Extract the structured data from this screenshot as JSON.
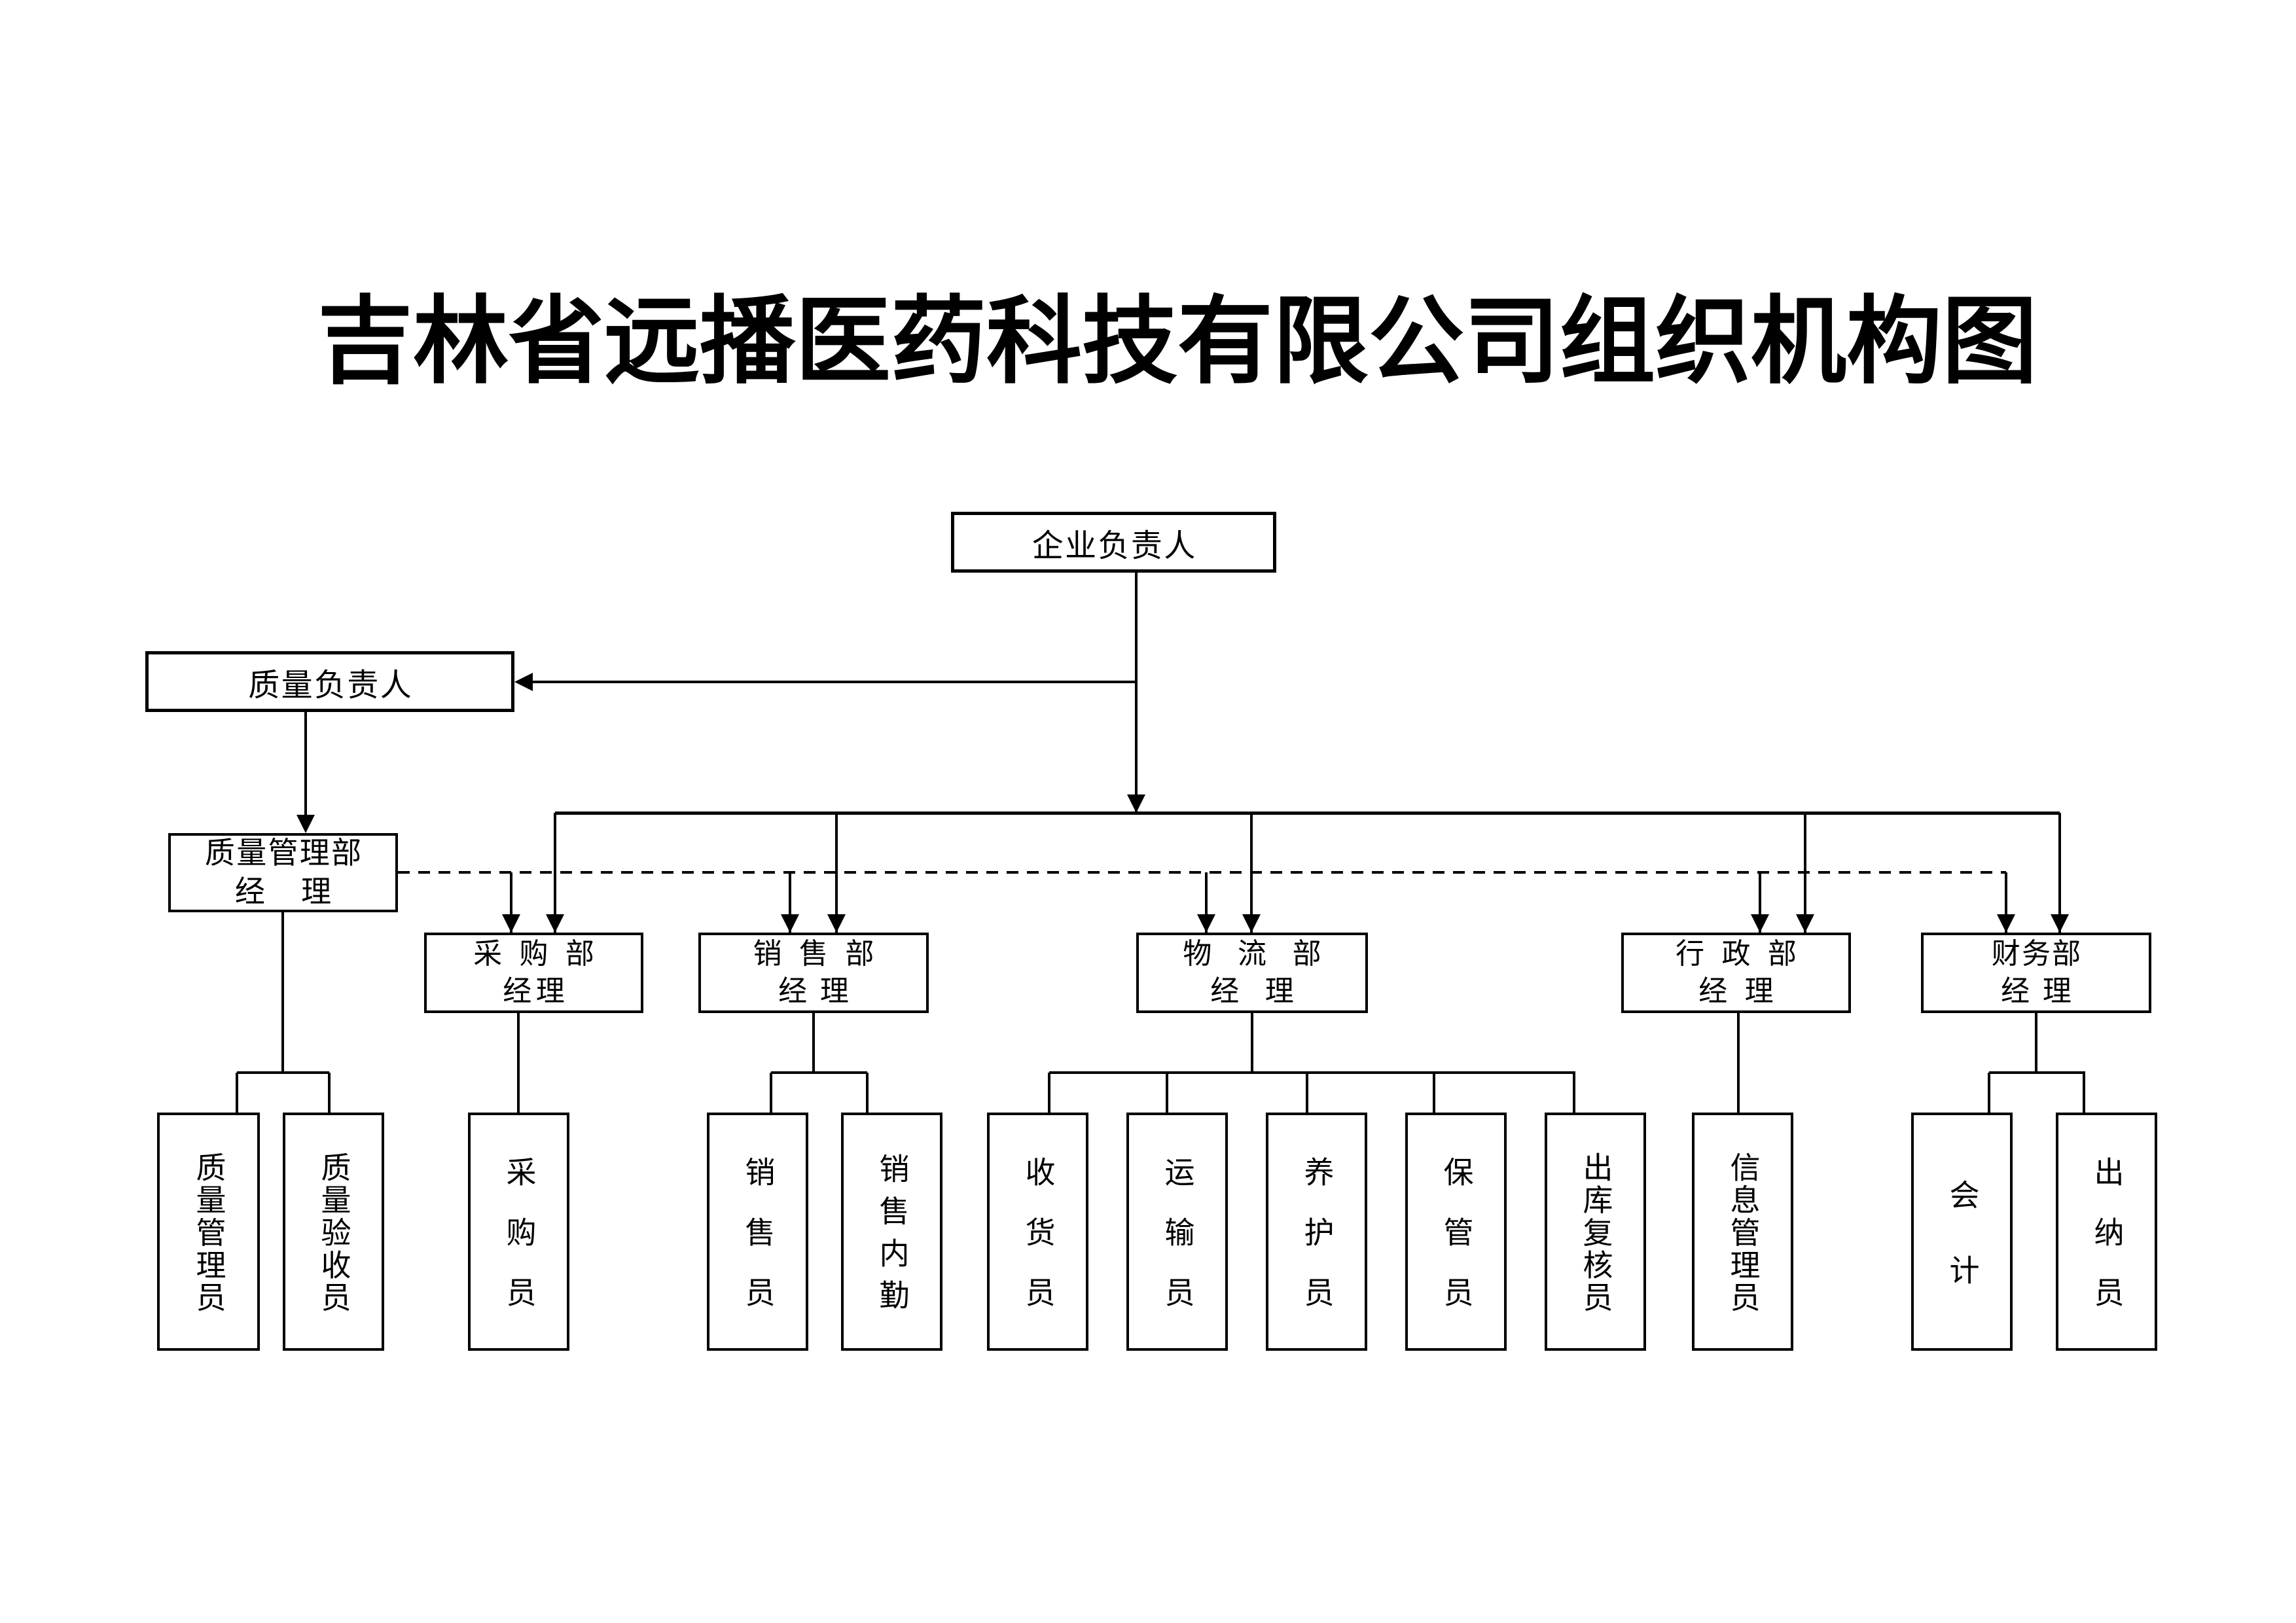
{
  "title": "吉林省远播医药科技有限公司组织机构图",
  "nodes": {
    "ceo": {
      "label": "企业负责人"
    },
    "quality_head": {
      "label": "质量负责人"
    },
    "qa_manager": {
      "line1": "质量管理部",
      "line2": "经理"
    },
    "purchasing": {
      "line1": "采购部",
      "line2": "经理"
    },
    "sales": {
      "line1": "销售部",
      "line2": "经理"
    },
    "logistics": {
      "line1": "物流部",
      "line2": "经理"
    },
    "admin": {
      "line1": "行政部",
      "line2": "经理"
    },
    "finance": {
      "line1": "财务部",
      "line2": "经理"
    }
  },
  "staff": [
    {
      "label": "质量管理员"
    },
    {
      "label": "质量验收员"
    },
    {
      "label": "采购员"
    },
    {
      "label": "销售员"
    },
    {
      "label": "销售内勤"
    },
    {
      "label": "收货员"
    },
    {
      "label": "运输员"
    },
    {
      "label": "养护员"
    },
    {
      "label": "保管员"
    },
    {
      "label": "出库复核员"
    },
    {
      "label": "信息管理员"
    },
    {
      "label": "会计"
    },
    {
      "label": "出纳员"
    }
  ],
  "colors": {
    "line": "#000000",
    "background": "#ffffff"
  }
}
